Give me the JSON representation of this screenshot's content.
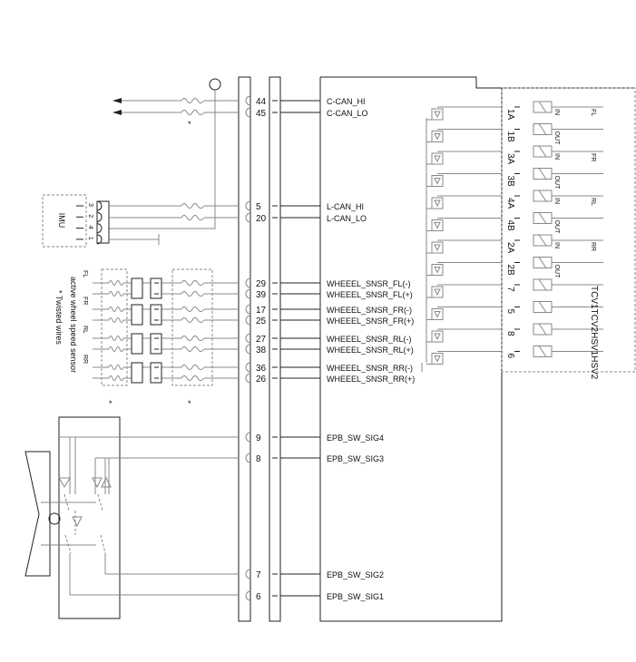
{
  "ecu_pins": [
    {
      "pin": "44",
      "signal": "C-CAN_HI"
    },
    {
      "pin": "45",
      "signal": "C-CAN_LO"
    },
    {
      "pin": "5",
      "signal": "L-CAN_HI"
    },
    {
      "pin": "20",
      "signal": "L-CAN_LO"
    },
    {
      "pin": "29",
      "signal": "WHEEEL_SNSR_FL(-)"
    },
    {
      "pin": "39",
      "signal": "WHEEEL_SNSR_FL(+)"
    },
    {
      "pin": "17",
      "signal": "WHEEEL_SNSR_FR(-)"
    },
    {
      "pin": "25",
      "signal": "WHEEEL_SNSR_FR(+)"
    },
    {
      "pin": "27",
      "signal": "WHEEEL_SNSR_RL(-)"
    },
    {
      "pin": "38",
      "signal": "WHEEEL_SNSR_RL(+)"
    },
    {
      "pin": "36",
      "signal": "WHEEEL_SNSR_RR(-)"
    },
    {
      "pin": "26",
      "signal": "WHEEEL_SNSR_RR(+)"
    },
    {
      "pin": "9",
      "signal": "EPB_SW_SIG4"
    },
    {
      "pin": "8",
      "signal": "EPB_SW_SIG3"
    },
    {
      "pin": "7",
      "signal": "EPB_SW_SIG2"
    },
    {
      "pin": "6",
      "signal": "EPB_SW_SIG1"
    }
  ],
  "valves": [
    {
      "pin": "1A",
      "dir": "IN",
      "wheel": "FL"
    },
    {
      "pin": "1B",
      "dir": "OUT",
      "wheel": ""
    },
    {
      "pin": "3A",
      "dir": "IN",
      "wheel": "FR"
    },
    {
      "pin": "3B",
      "dir": "OUT",
      "wheel": ""
    },
    {
      "pin": "4A",
      "dir": "IN",
      "wheel": "RL"
    },
    {
      "pin": "4B",
      "dir": "OUT",
      "wheel": ""
    },
    {
      "pin": "2A",
      "dir": "IN",
      "wheel": "RR"
    },
    {
      "pin": "2B",
      "dir": "OUT",
      "wheel": ""
    },
    {
      "pin": "7",
      "dir": "",
      "wheel": ""
    },
    {
      "pin": "5",
      "dir": "",
      "wheel": ""
    },
    {
      "pin": "8",
      "dir": "",
      "wheel": ""
    },
    {
      "pin": "6",
      "dir": "",
      "wheel": ""
    }
  ],
  "valve_group_label": "TCV1TCV2HSV1HSV2",
  "imu": {
    "label": "IMU",
    "pins": [
      "3",
      "2",
      "4",
      "1"
    ]
  },
  "wheels": [
    "FL",
    "FR",
    "RL",
    "RR"
  ],
  "sensor_label": "active wheel speed sensor",
  "twisted_note": "* Twisted wires",
  "asterisk": "*"
}
